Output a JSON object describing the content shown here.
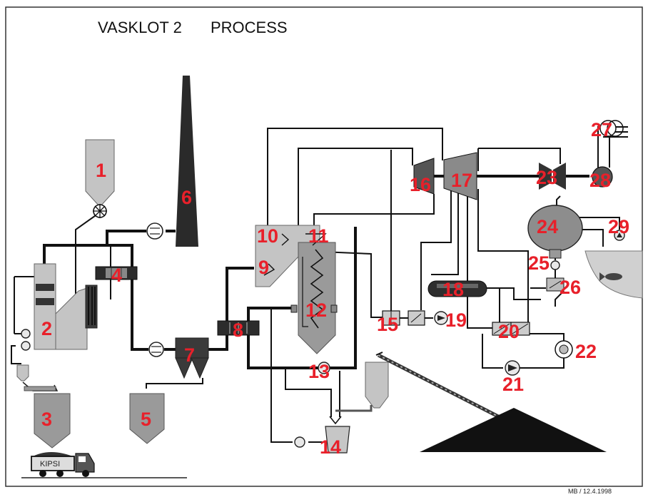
{
  "title_words": [
    "VASKLOT 2",
    "PROCESS"
  ],
  "truck_label": "KIPSI",
  "stamp": "MB / 12.4.1998",
  "labels": [
    "1",
    "2",
    "3",
    "4",
    "5",
    "6",
    "7",
    "8",
    "9",
    "10",
    "11",
    "12",
    "13",
    "14",
    "15",
    "16",
    "17",
    "18",
    "19",
    "20",
    "21",
    "22",
    "23",
    "24",
    "25",
    "26",
    "27",
    "28",
    "29"
  ],
  "colors": {
    "label": "#e8202a",
    "equipment_grey": "#9a9a9a",
    "equipment_dark": "#3a3a3a",
    "line": "#111111",
    "water": "#cfcfcf"
  },
  "icons": [
    "rotary-feeder-icon",
    "pump-icon",
    "fish-icon",
    "truck-icon",
    "stack-icon",
    "turbine-icon",
    "generator-icon",
    "heat-exchanger-icon"
  ]
}
